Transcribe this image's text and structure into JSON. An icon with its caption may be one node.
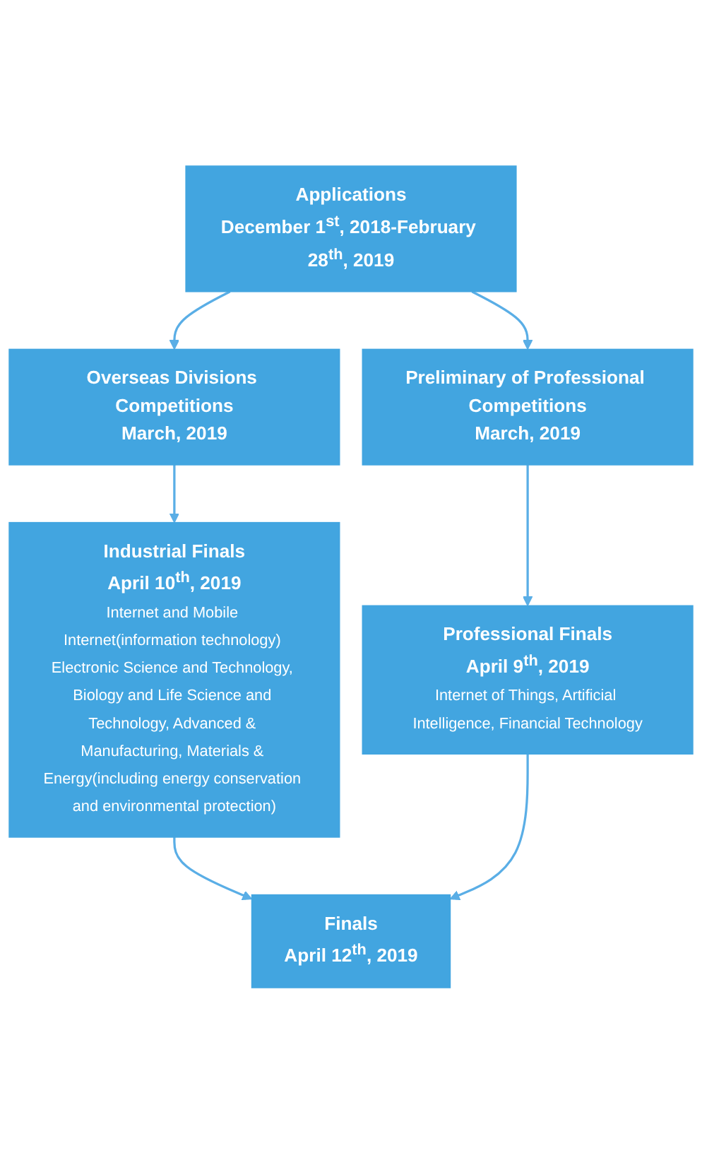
{
  "diagram": {
    "nodes": [
      {
        "text": [
          "Applications",
          "December 1$^{st}$, 2018-February 28$^{th}$, 2019"
        ]
      },
      {
        "text": [
          "Overseas Divisions Competitions",
          "March, 2019"
        ]
      },
      {
        "text": [
          "Preliminary of Professional Competitions",
          "March, 2019"
        ]
      },
      {
        "text": [
          "Industrial Finals",
          "April 10$^{th}$, 2019",
          "Internet and Mobile Internet(information technology) Electronic Science and Technology, Biology and Life Science and Technology, Advanced & Manufacturing, Materials & Energy(including energy conservation and environmental protection)"
        ]
      },
      {
        "text": [
          "Professional Finals",
          "April 9$^{th}$, 2019",
          "Internet of Things, Artificial Intelligence, Financial Technology"
        ]
      },
      {
        "text": [
          "Finals",
          "April 12$^{th}$, 2019"
        ]
      }
    ],
    "edges": [
      {
        "from": 0,
        "to": 1,
        "arrow": "to"
      },
      {
        "from": 0,
        "to": 2,
        "arrow": "to"
      },
      {
        "from": 1,
        "to": 3,
        "arrow": "to"
      },
      {
        "from": 2,
        "to": 4,
        "arrow": "to"
      },
      {
        "from": 3,
        "to": 5,
        "arrow": "to"
      },
      {
        "from": 4,
        "to": 5,
        "arrow": "to"
      }
    ]
  }
}
